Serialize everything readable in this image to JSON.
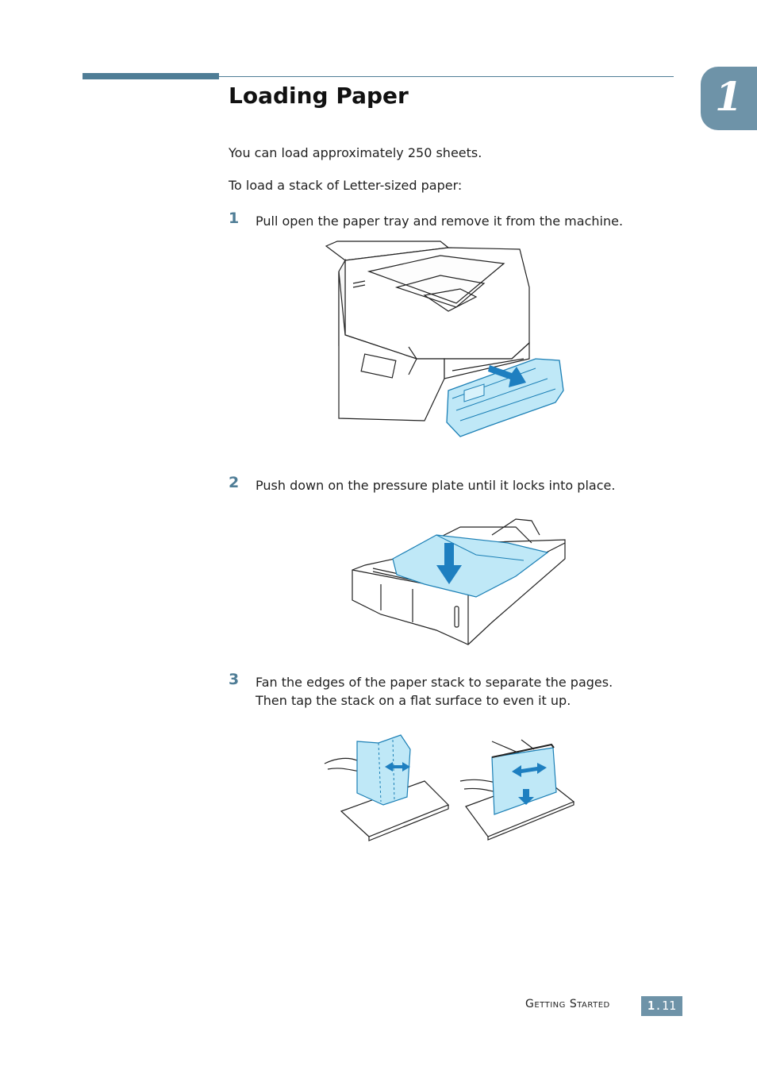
{
  "chapter": {
    "number": "1"
  },
  "header": {
    "title": "Loading Paper"
  },
  "intro": {
    "line1": "You can load approximately 250 sheets.",
    "line2": "To load a stack of Letter-sized paper:"
  },
  "steps": [
    {
      "number": "1",
      "text": "Pull open the paper tray and remove it from the machine."
    },
    {
      "number": "2",
      "text": "Push down on the pressure plate until it locks into place."
    },
    {
      "number": "3",
      "text_line1": "Fan the edges of the paper stack to separate the pages.",
      "text_line2": "Then tap the stack on a flat surface to even it up."
    }
  ],
  "footer": {
    "section": "Getting Started",
    "page_major": "1",
    "page_minor": ".11"
  },
  "colors": {
    "accent": "#4f7d96",
    "tab": "#6e93a8",
    "illustration_blue": "#bfe8f7",
    "arrow_blue": "#2a8fc9"
  }
}
